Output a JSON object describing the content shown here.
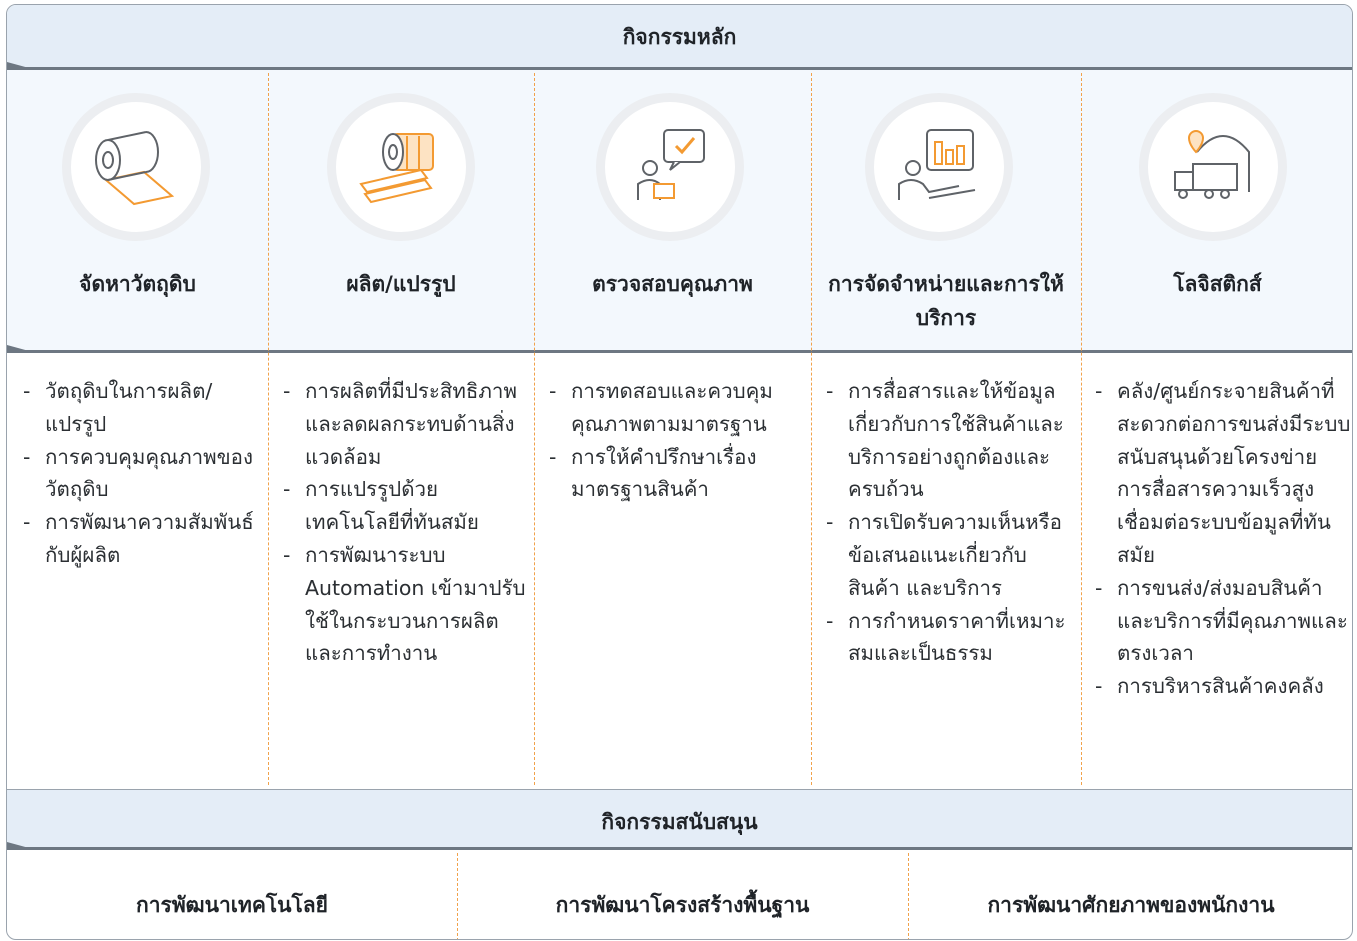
{
  "primary_header": "กิจกรรมหลัก",
  "support_header": "กิจกรรมสนับสนุน",
  "accent_color": "#f39a32",
  "columns": [
    {
      "icon": "paper-roll-icon",
      "title": "จัดหาวัตถุดิบ",
      "items": [
        "วัตถุดิบในการผลิต/แปรรูป",
        "การควบคุมคุณภาพของวัตถุดิบ",
        "การพัฒนาความสัมพันธ์กับผู้ผลิต"
      ]
    },
    {
      "icon": "processing-rolls-icon",
      "title": "ผลิต/แปรรูป",
      "items": [
        "การผลิตที่มีประสิทธิภาพและลดผลกระทบด้านสิ่งแวดล้อม",
        "การแปรรูปด้วยเทคโนโลยีที่ทันสมัย",
        "การพัฒนาระบบ Automation เข้ามาปรับใช้ในกระบวนการผลิต และการทำงาน"
      ]
    },
    {
      "icon": "quality-check-icon",
      "title": "ตรวจสอบคุณภาพ",
      "items": [
        "การทดสอบและควบคุมคุณภาพตามมาตรฐาน",
        "การให้คำปรึกษาเรื่องมาตรฐานสินค้า"
      ]
    },
    {
      "icon": "distribution-presentation-icon",
      "title": "การจัดจำหน่ายและการให้บริการ",
      "items": [
        "การสื่อสารและให้ข้อมูลเกี่ยวกับการใช้สินค้าและบริการอย่างถูกต้องและครบถ้วน",
        "การเปิดรับความเห็นหรือข้อเสนอแนะเกี่ยวกับสินค้า และบริการ",
        "การกำหนดราคาที่เหมาะสมและเป็นธรรม"
      ]
    },
    {
      "icon": "logistics-truck-icon",
      "title": "โลจิสติกส์",
      "items": [
        "คลัง/ศูนย์กระจายสินค้าที่สะดวกต่อการขนส่งมีระบบสนับสนุนด้วยโครงข่ายการสื่อสารความเร็วสูงเชื่อมต่อระบบข้อมูลที่ทันสมัย",
        "การขนส่ง/ส่งมอบสินค้าและบริการที่มีคุณภาพและตรงเวลา",
        "การบริหารสินค้าคงคลัง"
      ]
    }
  ],
  "support_items": [
    "การพัฒนาเทคโนโลยี",
    "การพัฒนาโครงสร้างพื้นฐาน",
    "การพัฒนาศักยภาพของพนักงาน"
  ]
}
